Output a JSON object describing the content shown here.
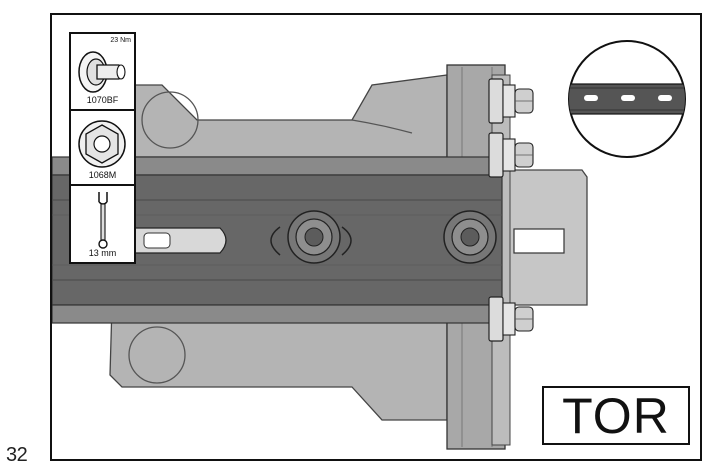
{
  "page_number": "32",
  "legend": {
    "items": [
      {
        "icon": "flange-bolt-icon",
        "torque": "23 Nm",
        "part": "1070BF"
      },
      {
        "icon": "flange-nut-icon",
        "part": "1068M"
      },
      {
        "icon": "wrench-icon",
        "size": "13 mm"
      }
    ]
  },
  "detail_callout": {
    "icon": "slotted-profile-detail-icon"
  },
  "stamp": {
    "text": "TOR"
  },
  "colors": {
    "frame": "#111111",
    "steel_dark": "#6b6b6b",
    "steel_mid": "#9a9a9a",
    "steel_light": "#bdbdbd"
  }
}
